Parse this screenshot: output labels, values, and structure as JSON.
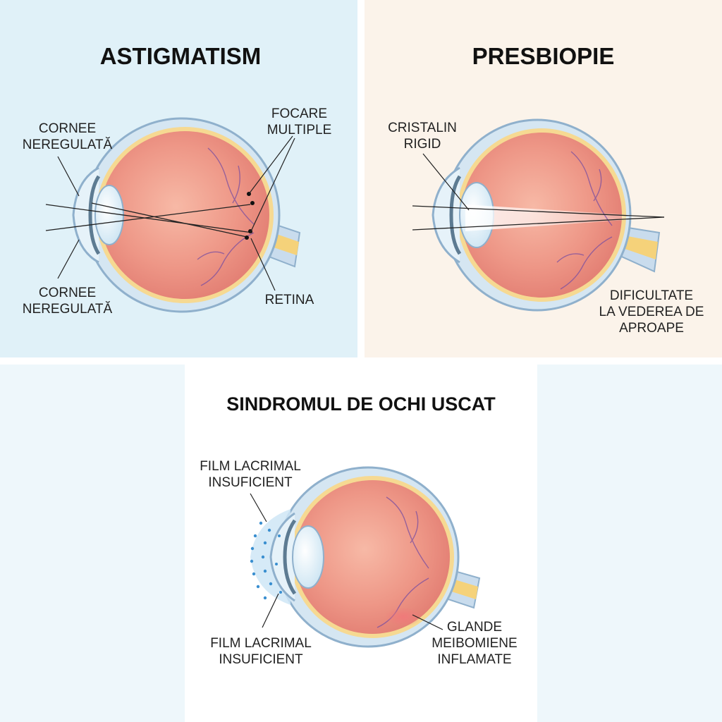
{
  "colors": {
    "panel_astigmatism_bg": "#e0f1f8",
    "panel_presbyopia_bg": "#fbf3ea",
    "panel_dry_eye_bg": "#ffffff",
    "eye_interior": "#ec8e83",
    "sclera_rim": "#f6d992",
    "sclera_outer": "#c9dced",
    "lens": "#e8f4fb",
    "vessels": "#7b4fa0",
    "tear_dots": "#3a8fd0"
  },
  "panels": {
    "astigmatism": {
      "title": "ASTIGMATISM",
      "label_cornea_top": [
        "CORNEE",
        "NEREGULATĂ"
      ],
      "label_foci": [
        "FOCARE",
        "MULTIPLE"
      ],
      "label_cornea_bottom": [
        "CORNEE",
        "NEREGULATĂ"
      ],
      "label_retina": "RETINA"
    },
    "presbyopia": {
      "title": "PRESBIOPIE",
      "label_lens": [
        "CRISTALIN",
        "RIGID"
      ],
      "label_difficulty": [
        "DIFICULTATE",
        "LA VEDEREA DE",
        "APROAPE"
      ]
    },
    "dry_eye": {
      "title": "SINDROMUL DE OCHI USCAT",
      "label_tear_top": [
        "FILM LACRIMAL",
        "INSUFICIENT"
      ],
      "label_tear_bottom": [
        "FILM LACRIMAL",
        "INSUFICIENT"
      ],
      "label_glands": [
        "GLANDE",
        "MEIBOMIENE",
        "INFLAMATE"
      ]
    }
  }
}
